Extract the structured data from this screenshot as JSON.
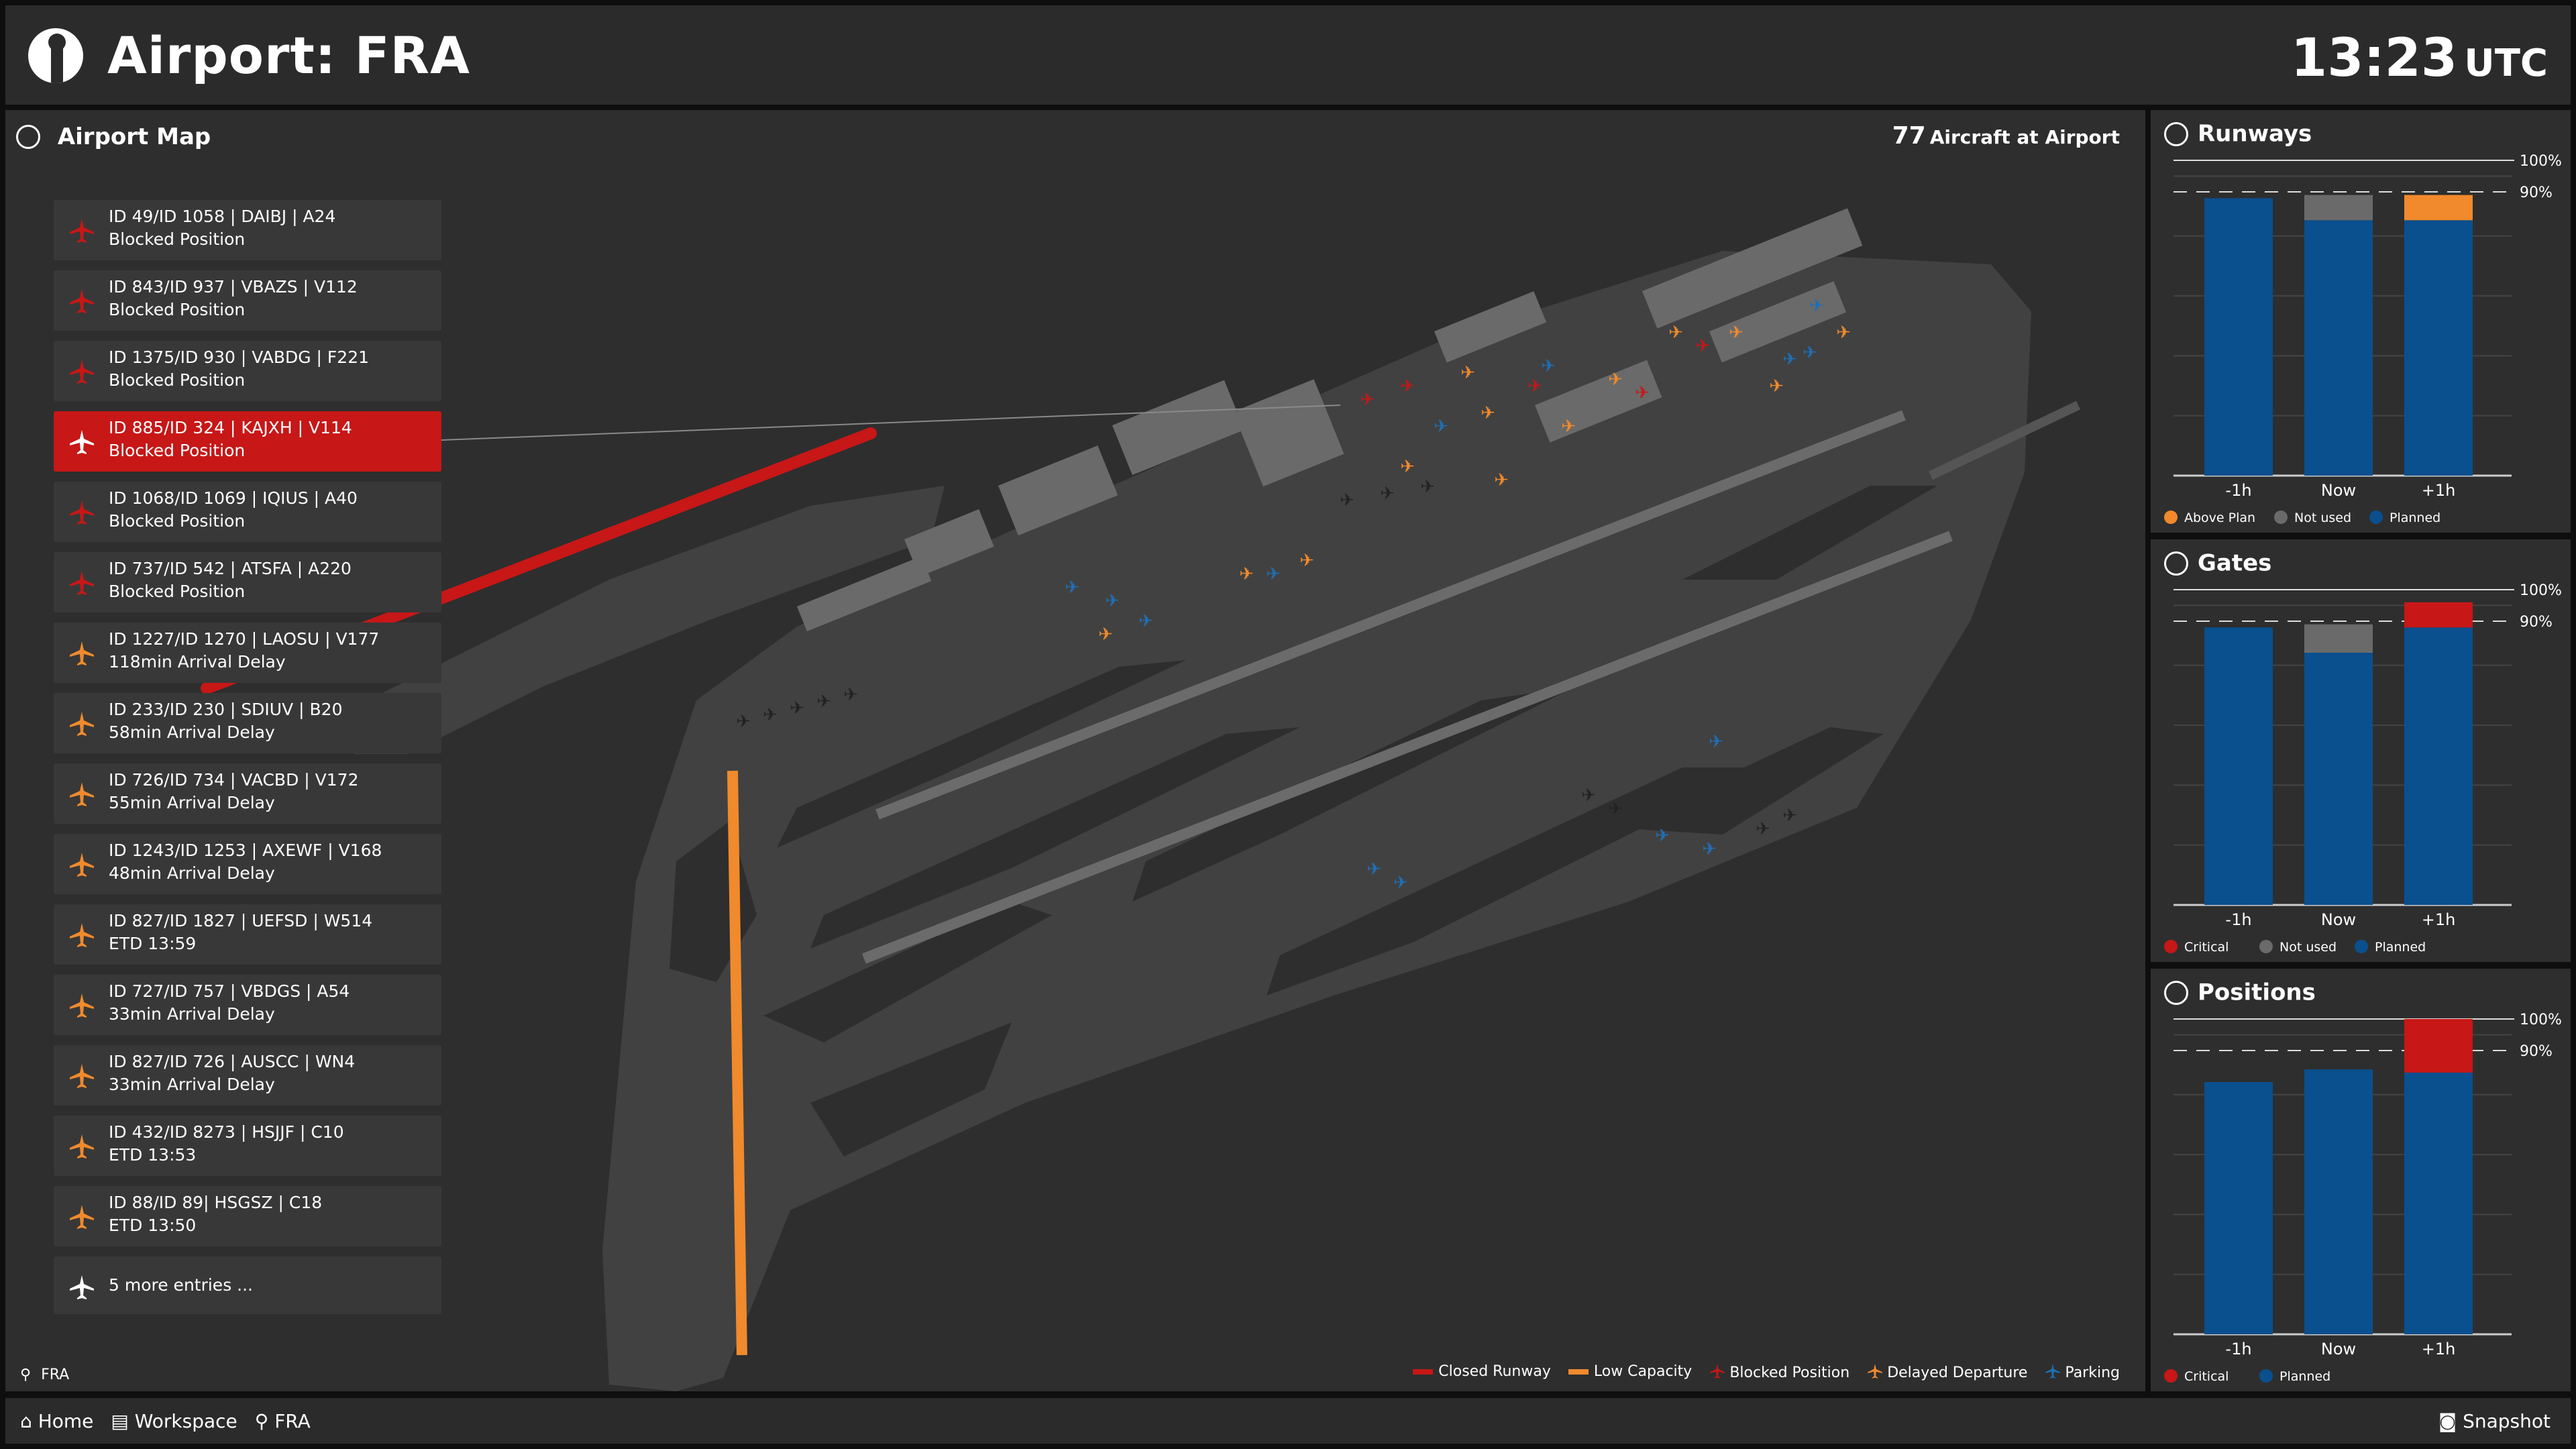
{
  "header": {
    "title": "Airport: FRA",
    "time": "13:23",
    "tz": "UTC"
  },
  "map_panel": {
    "title": "Airport Map",
    "aircraft_count": "77",
    "aircraft_label": "Aircraft at Airport",
    "location": "FRA"
  },
  "items": [
    {
      "l1": "ID 49/ID 1058 | DAIBJ | A24",
      "l2": "Blocked Position",
      "status": "blocked"
    },
    {
      "l1": "ID 843/ID 937 | VBAZS | V112",
      "l2": "Blocked Position",
      "status": "blocked"
    },
    {
      "l1": "ID 1375/ID 930 | VABDG | F221",
      "l2": "Blocked Position",
      "status": "blocked"
    },
    {
      "l1": "ID 885/ID 324 | KAJXH | V114",
      "l2": "Blocked Position",
      "status": "active"
    },
    {
      "l1": "ID 1068/ID 1069 | IQIUS | A40",
      "l2": "Blocked Position",
      "status": "blocked"
    },
    {
      "l1": "ID 737/ID 542 | ATSFA | A220",
      "l2": "Blocked Position",
      "status": "blocked"
    },
    {
      "l1": "ID 1227/ID 1270 | LAOSU | V177",
      "l2": "118min Arrival Delay",
      "status": "delayed"
    },
    {
      "l1": "ID 233/ID 230 | SDIUV | B20",
      "l2": "58min Arrival Delay",
      "status": "delayed"
    },
    {
      "l1": "ID 726/ID 734 | VACBD | V172",
      "l2": "55min Arrival Delay",
      "status": "delayed"
    },
    {
      "l1": "ID 1243/ID 1253 | AXEWF | V168",
      "l2": "48min Arrival Delay",
      "status": "delayed"
    },
    {
      "l1": "ID 827/ID 1827 | UEFSD | W514",
      "l2": "ETD 13:59",
      "status": "delayed"
    },
    {
      "l1": "ID 727/ID 757 | VBDGS | A54",
      "l2": "33min Arrival Delay",
      "status": "delayed"
    },
    {
      "l1": "ID 827/ID 726 | AUSCC | WN4",
      "l2": "33min Arrival Delay",
      "status": "delayed"
    },
    {
      "l1": "ID 432/ID 8273 | HSJJF | C10",
      "l2": "ETD 13:53",
      "status": "delayed"
    },
    {
      "l1": "ID 88/ID 89| HSGSZ | C18",
      "l2": "ETD 13:50",
      "status": "delayed"
    }
  ],
  "more_entries": "5 more entries ...",
  "legend": [
    {
      "label": "Closed Runway",
      "color": "#c71717",
      "shape": "bar"
    },
    {
      "label": "Low Capacity",
      "color": "#f08a2c",
      "shape": "bar"
    },
    {
      "label": "Blocked Position",
      "color": "#c71717",
      "shape": "plane"
    },
    {
      "label": "Delayed Departure",
      "color": "#f08a2c",
      "shape": "plane"
    },
    {
      "label": "Parking",
      "color": "#1f6fb5",
      "shape": "plane"
    }
  ],
  "colors": {
    "planned": "#0a4f8e",
    "not_used": "#6a6a6a",
    "above_plan": "#f08a2c",
    "critical": "#c71717"
  },
  "side_panels": [
    {
      "title": "Runways",
      "chart_data": {
        "type": "bar",
        "categories": [
          "-1h",
          "Now",
          "+1h"
        ],
        "series": [
          {
            "name": "Planned",
            "values": [
              88,
              81,
              81
            ]
          },
          {
            "name": "Not used",
            "values": [
              0,
              8,
              0
            ]
          },
          {
            "name": "Above Plan",
            "values": [
              0,
              0,
              8
            ]
          }
        ],
        "ylim": [
          0,
          100
        ],
        "ref_lines": [
          "100%",
          "90%"
        ],
        "legend": [
          "Above Plan",
          "Not used",
          "Planned"
        ]
      }
    },
    {
      "title": "Gates",
      "chart_data": {
        "type": "bar",
        "categories": [
          "-1h",
          "Now",
          "+1h"
        ],
        "series": [
          {
            "name": "Planned",
            "values": [
              88,
              80,
              88
            ]
          },
          {
            "name": "Not used",
            "values": [
              0,
              9,
              0
            ]
          },
          {
            "name": "Critical",
            "values": [
              0,
              0,
              8
            ]
          }
        ],
        "ylim": [
          0,
          100
        ],
        "ref_lines": [
          "100%",
          "90%"
        ],
        "legend": [
          "Critical",
          "Not used",
          "Planned"
        ]
      }
    },
    {
      "title": "Positions",
      "chart_data": {
        "type": "bar",
        "categories": [
          "-1h",
          "Now",
          "+1h"
        ],
        "series": [
          {
            "name": "Planned",
            "values": [
              80,
              84,
              83
            ]
          },
          {
            "name": "Critical",
            "values": [
              0,
              0,
              17
            ]
          }
        ],
        "ylim": [
          0,
          100
        ],
        "ref_lines": [
          "100%",
          "90%"
        ],
        "legend": [
          "Critical",
          "Planned"
        ]
      }
    }
  ],
  "footer": {
    "home": "Home",
    "workspace": "Workspace",
    "search": "FRA",
    "snapshot": "Snapshot"
  }
}
